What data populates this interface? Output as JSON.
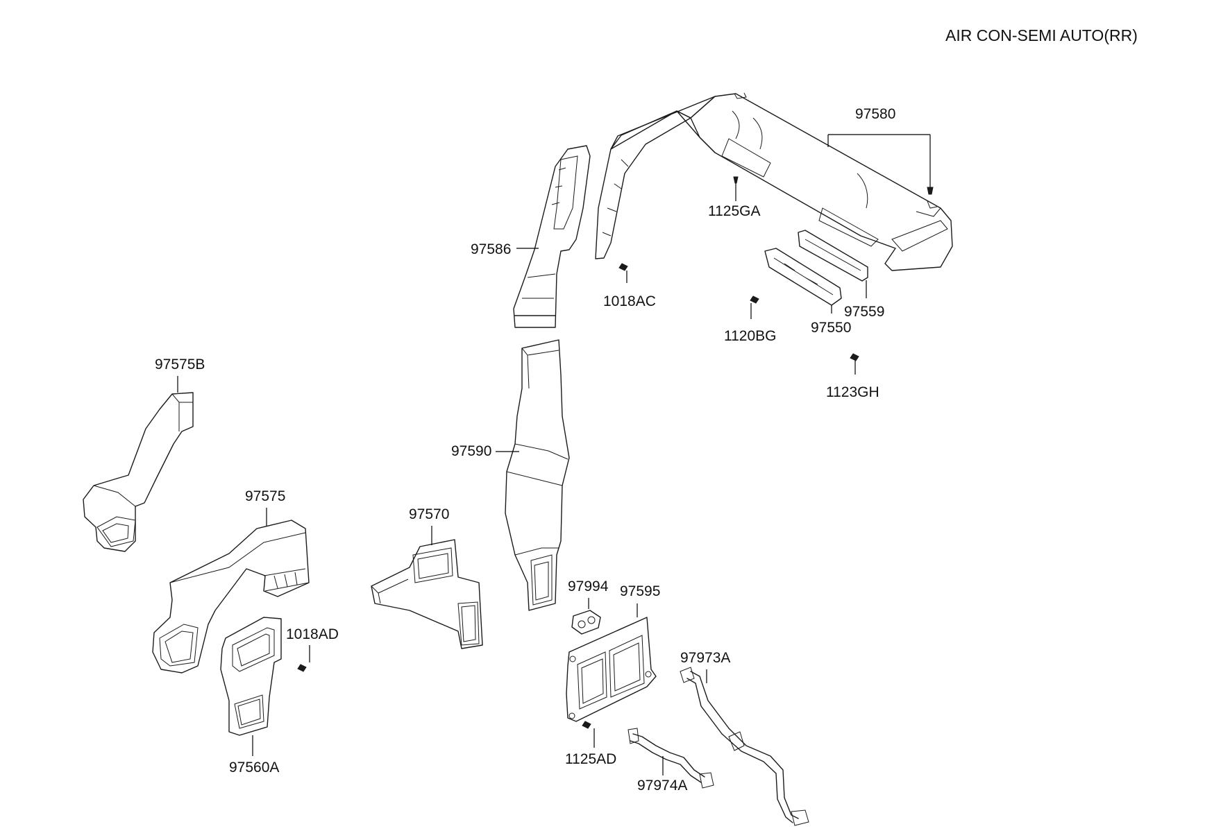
{
  "diagram": {
    "title": "AIR CON-SEMI AUTO(RR)",
    "parts": {
      "p97580": "97580",
      "p1125GA": "1125GA",
      "p97586": "97586",
      "p1018AC": "1018AC",
      "p97559": "97559",
      "p97550": "97550",
      "p1120BG": "1120BG",
      "p1123GH": "1123GH",
      "p97575B": "97575B",
      "p97590": "97590",
      "p97575": "97575",
      "p97570": "97570",
      "p97994": "97994",
      "p97595": "97595",
      "p1018AD": "1018AD",
      "p97973A": "97973A",
      "p97560A": "97560A",
      "p1125AD": "1125AD",
      "p97974A": "97974A"
    }
  }
}
